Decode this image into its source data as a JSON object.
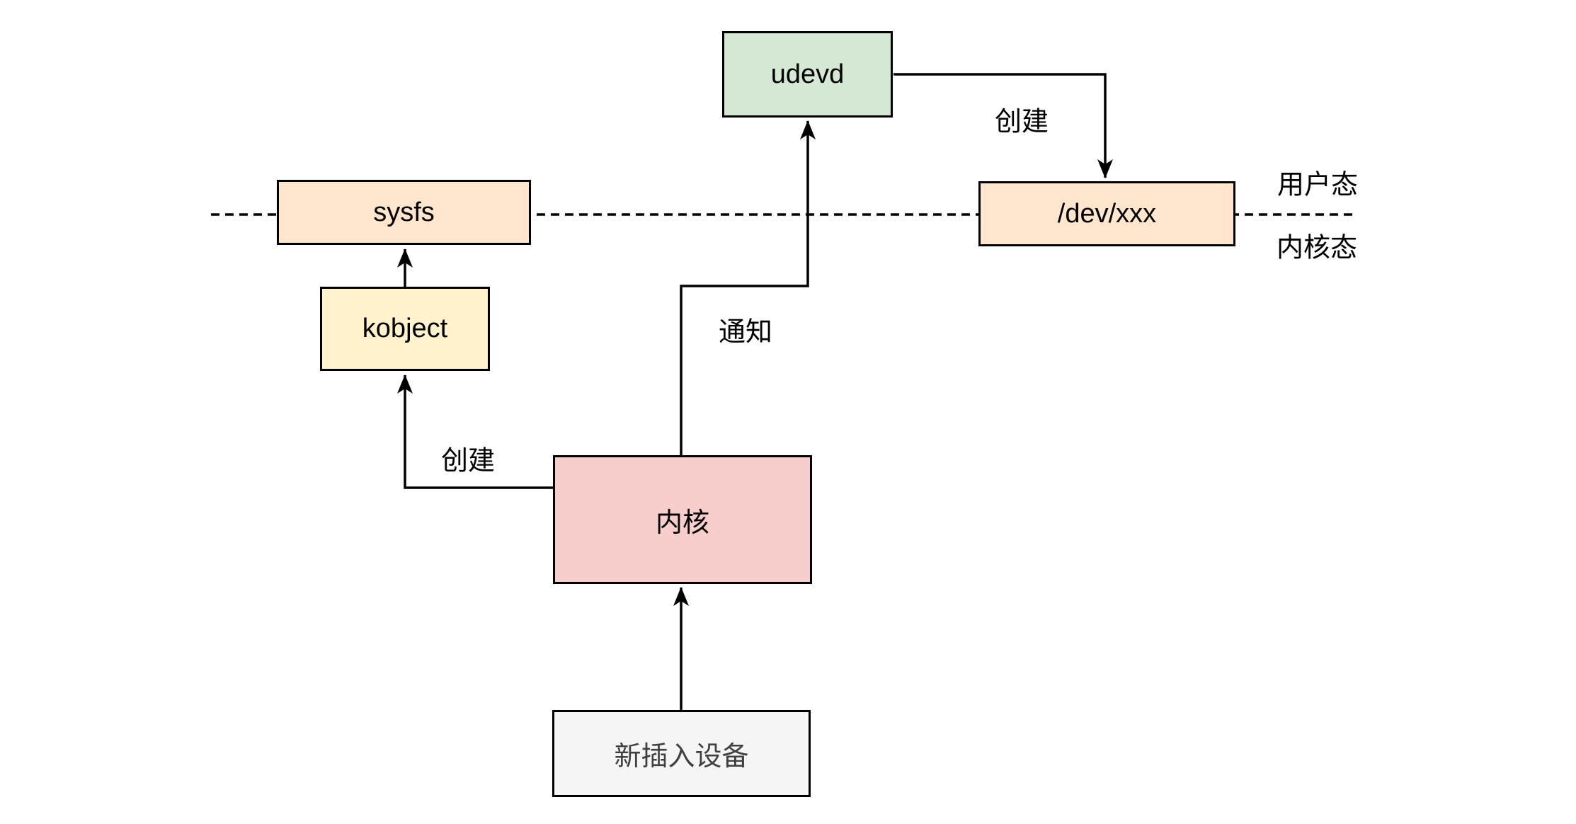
{
  "diagram": {
    "description": "Linux hotplug device flow between kernel space and user space",
    "nodes": {
      "udevd": {
        "label": "udevd",
        "fill": "#d5e8d4"
      },
      "sysfs": {
        "label": "sysfs",
        "fill": "#ffe6cc"
      },
      "dev_xxx": {
        "label": "/dev/xxx",
        "fill": "#ffe6cc"
      },
      "kobject": {
        "label": "kobject",
        "fill": "#fff2cc"
      },
      "kernel": {
        "label": "内核",
        "fill": "#f8cecc"
      },
      "new_device": {
        "label": "新插入设备",
        "fill": "#f5f5f5"
      }
    },
    "edges": {
      "kobject_to_sysfs": {
        "from": "kobject",
        "to": "sysfs"
      },
      "kernel_to_kobject": {
        "from": "kernel",
        "to": "kobject",
        "label": "创建"
      },
      "kernel_to_udevd": {
        "from": "kernel",
        "to": "udevd",
        "label": "通知"
      },
      "udevd_to_devxxx": {
        "from": "udevd",
        "to": "dev_xxx",
        "label": "创建"
      },
      "device_to_kernel": {
        "from": "new_device",
        "to": "kernel"
      }
    },
    "regions": {
      "user_mode": "用户态",
      "kernel_mode": "内核态"
    },
    "colors": {
      "stroke": "#000000",
      "background": "#ffffff",
      "muted_text": "#404040"
    }
  }
}
